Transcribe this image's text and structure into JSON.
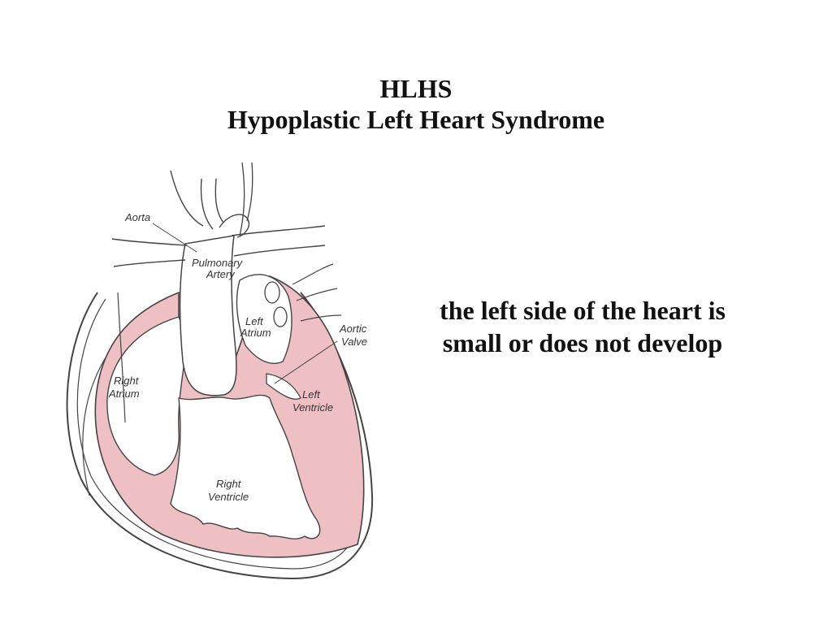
{
  "slide": {
    "title_line1": "HLHS",
    "title_line2": "Hypoplastic Left Heart Syndrome",
    "caption_line1": "the left side of the heart is",
    "caption_line2": "small or does not develop"
  },
  "diagram": {
    "labels": {
      "aorta": "Aorta",
      "pulmonary_1": "Pulmonary",
      "pulmonary_2": "Artery",
      "left_atrium_1": "Left",
      "left_atrium_2": "Atrium",
      "aortic_valve_1": "Aortic",
      "aortic_valve_2": "Valve",
      "right_atrium_1": "Right",
      "right_atrium_2": "Atrium",
      "left_ventricle_1": "Left",
      "left_ventricle_2": "Ventricle",
      "right_ventricle_1": "Right",
      "right_ventricle_2": "Ventricle"
    },
    "colors": {
      "tissue": "#efc0c3",
      "outline": "#444444",
      "background": "#ffffff"
    }
  }
}
